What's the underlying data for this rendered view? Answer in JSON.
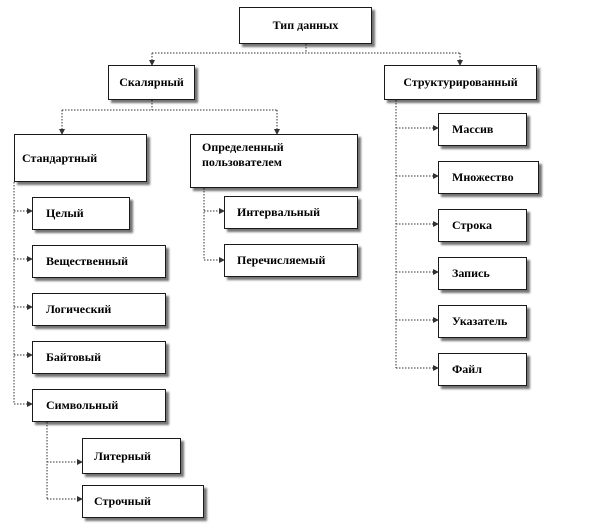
{
  "nodes": {
    "root": "Тип данных",
    "scalar": "Скалярный",
    "structured": "Структурированный",
    "standard": "Стандартный",
    "user_defined": "Определенный пользователем",
    "integer": "Целый",
    "real": "Вещественный",
    "logical": "Логический",
    "byte": "Байтовый",
    "char": "Символьный",
    "literal": "Литерный",
    "string_type": "Строчный",
    "interval": "Интервальный",
    "enumerated": "Перечисляемый",
    "array": "Массив",
    "set": "Множество",
    "string": "Строка",
    "record": "Запись",
    "pointer": "Указатель",
    "file": "Файл"
  },
  "colors": {
    "line": "#333333",
    "border": "#1a1a1a",
    "shadow": "#555555"
  }
}
